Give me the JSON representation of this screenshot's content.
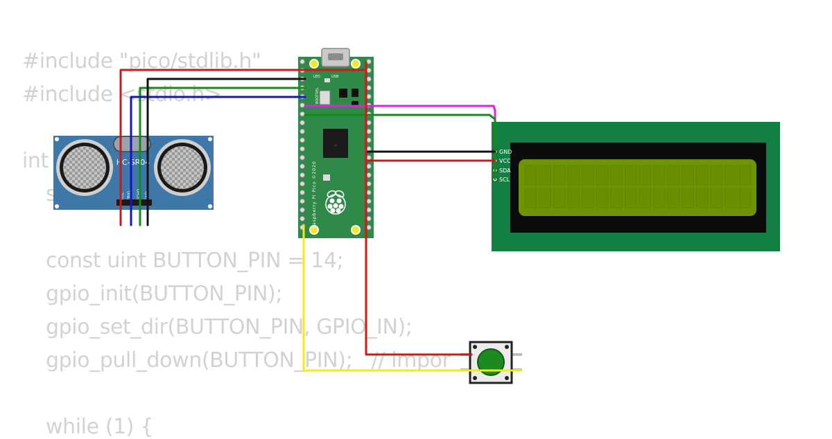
{
  "code_background": {
    "lines": [
      "#include \"pico/stdlib.h\"",
      "#include <stdio.h>",
      "int",
      "s",
      "const uint BUTTON_PIN = 14;",
      "gpio_init(BUTTON_PIN);",
      "gpio_set_dir(BUTTON_PIN, GPIO_IN);",
      "gpio_pull_down(BUTTON_PIN);   // impor",
      "while (1) {"
    ]
  },
  "ultrasonic_sensor": {
    "model_label": "HC-SR04",
    "pin_labels": [
      "VCC",
      "TRIG",
      "ECHO",
      "GND"
    ],
    "board_color": "#3d78a8"
  },
  "pico_board": {
    "silkscreen_name": "Raspberry Pi Pico ©2020",
    "led_label": "LED",
    "usb_label": "USB",
    "bootsel_label": "BOOTSEL",
    "board_color": "#2f8a4a"
  },
  "lcd_display": {
    "pin_labels": [
      "GND",
      "VCC",
      "SDA",
      "SCL"
    ],
    "pcb_color": "#128043",
    "screen_color": "#6e9400"
  },
  "push_button": {
    "cap_color": "#1d8a1d"
  },
  "wires": [
    {
      "name": "red-wire",
      "color": "#d01818"
    },
    {
      "name": "black-wire",
      "color": "#111111"
    },
    {
      "name": "green-wire",
      "color": "#168a16"
    },
    {
      "name": "blue-wire",
      "color": "#1313c8"
    },
    {
      "name": "magenta-wire",
      "color": "#e020e0"
    },
    {
      "name": "yellow-wire",
      "color": "#f2ea20"
    }
  ]
}
